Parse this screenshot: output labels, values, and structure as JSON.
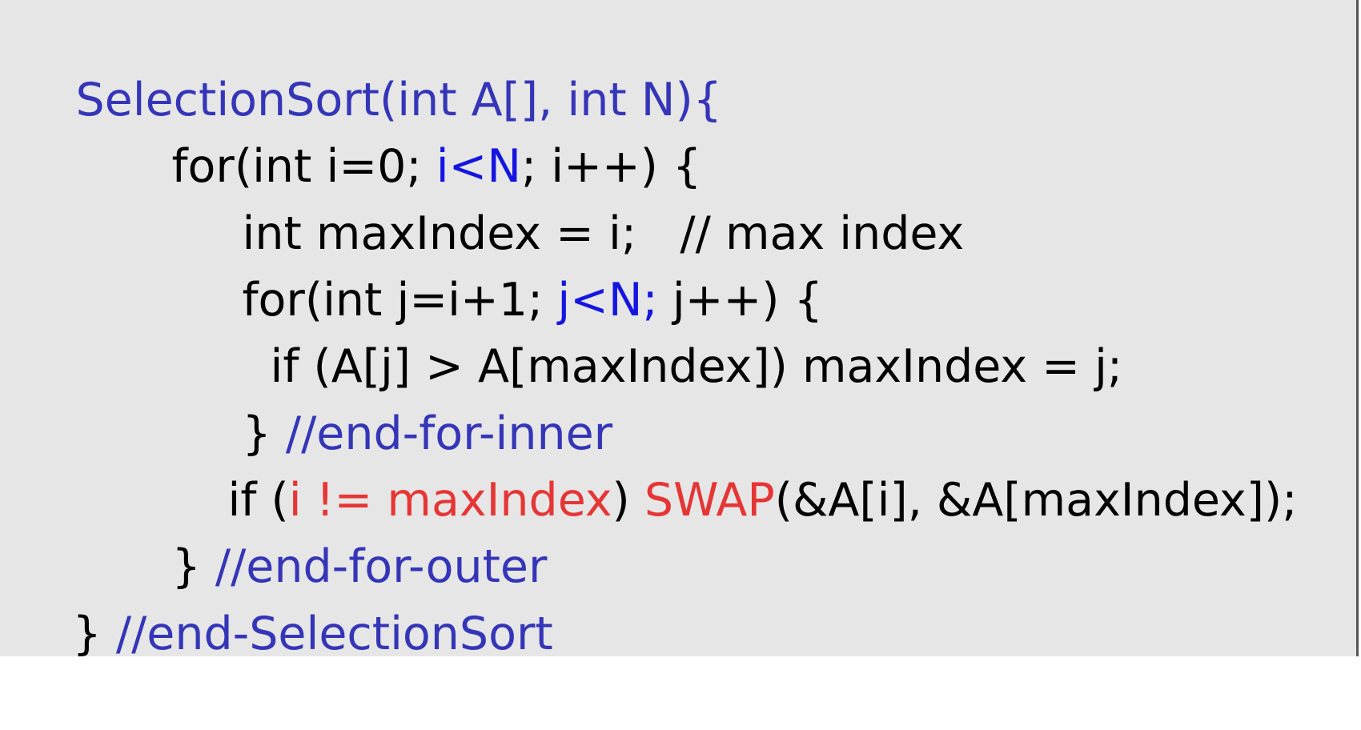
{
  "colors": {
    "background": "#e6e6e6",
    "comment_blue": "#3535b8",
    "condition_blue": "#1515e0",
    "highlight_red": "#e63535",
    "text_black": "#000000",
    "border": "#555555"
  },
  "code": {
    "l1_signature": "SelectionSort(int A[], int N){",
    "l2_a": "for(int i=0; ",
    "l2_cond": "i<N",
    "l2_b": "; i++) {",
    "l3": "int maxIndex = i;   // max index",
    "l4_a": "for(int j=i+1; ",
    "l4_cond": "j<N;",
    "l4_b": " j++) {",
    "l5": "if (A[j] > A[maxIndex]) maxIndex = j;",
    "l6_brace": "} ",
    "l6_comment": "//end-for-inner",
    "l7_a": "if (",
    "l7_cond": "i != maxIndex",
    "l7_b": ") ",
    "l7_swap": "SWAP",
    "l7_args": "(&A[i], &A[maxIndex]);",
    "l8_brace": "} ",
    "l8_comment": "//end-for-outer",
    "l9_brace": "} ",
    "l9_comment": "//end-SelectionSort"
  }
}
